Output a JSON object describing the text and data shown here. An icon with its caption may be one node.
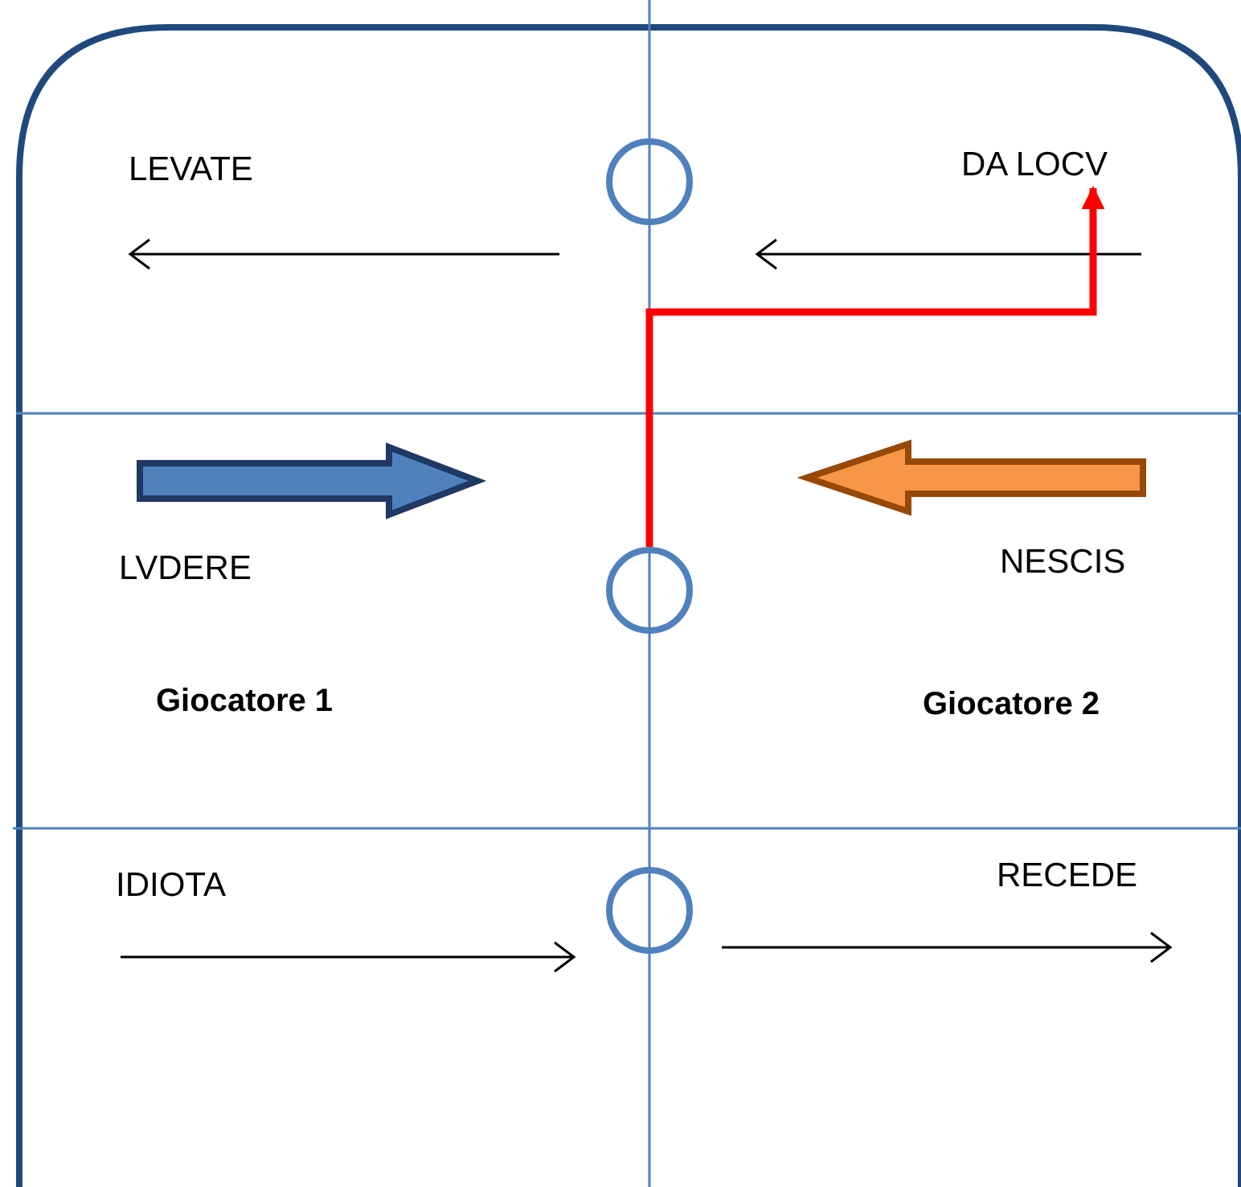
{
  "diagram": {
    "nodes": [
      {
        "text": [],
        "shape": "circle"
      },
      {
        "text": [],
        "shape": "circle"
      },
      {
        "text": [],
        "shape": "circle"
      },
      {
        "text": [
          "DA LOCV"
        ]
      }
    ],
    "edges": [
      {
        "from": 1,
        "to": 3,
        "arrow": "to",
        "color": "#ff0000"
      }
    ],
    "labels": [
      "LEVATE",
      "LVDERE",
      "NESCIS",
      "Giocatore 1",
      "Giocatore 2",
      "IDIOTA",
      "RECEDE"
    ]
  }
}
